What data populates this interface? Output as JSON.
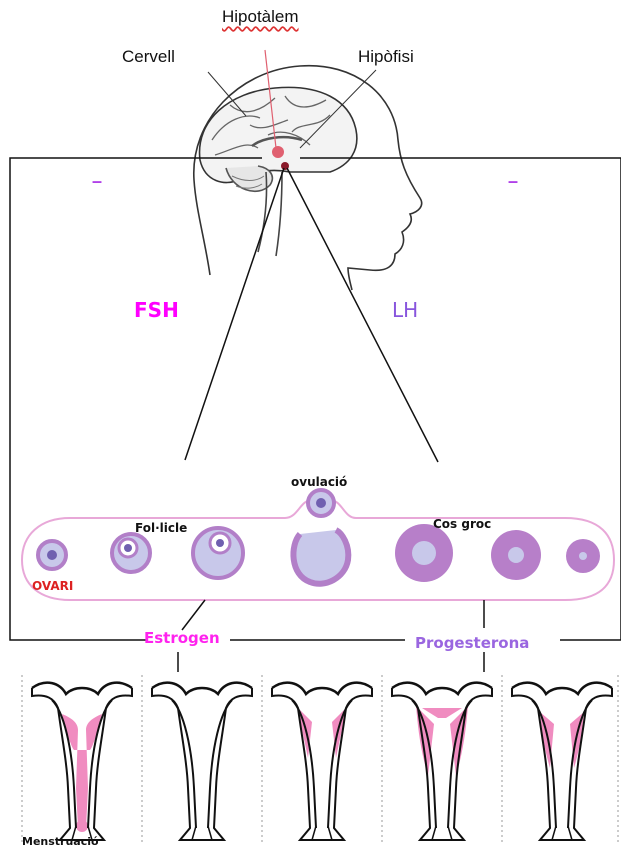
{
  "labels": {
    "hipotalem": "Hipotàlem",
    "cervell": "Cervell",
    "hipofisi": "Hipòfisi",
    "minus_left": "–",
    "minus_right": "–",
    "fsh": "FSH",
    "lh": "LH",
    "ovulacio": "ovulació",
    "folicle": "Fol·licle",
    "cos_groc": "Cos groc",
    "ovari": "OVARI",
    "estrogen": "Estrogen",
    "progesterona": "Progesterona",
    "menstruacio": "Menstruació"
  },
  "colors": {
    "fsh": "#ff00ff",
    "lh": "#8855dd",
    "feedback_minus": "#b040e8",
    "pituitary": "#e06070",
    "follicle_ring": "#b27fc8",
    "follicle_fill": "#c8c8ea",
    "oocyte": "#7060b0",
    "corpus_luteum": "#b77fc9",
    "endometrium": "#f08cc0",
    "estrogen": "#ff22ee",
    "progesterona": "#9a66e0",
    "ovari": "#dd2222"
  },
  "icons": [
    "human-head-outline",
    "brain-drawing",
    "ovary-follicle-stages",
    "uterus-cross-sections"
  ]
}
